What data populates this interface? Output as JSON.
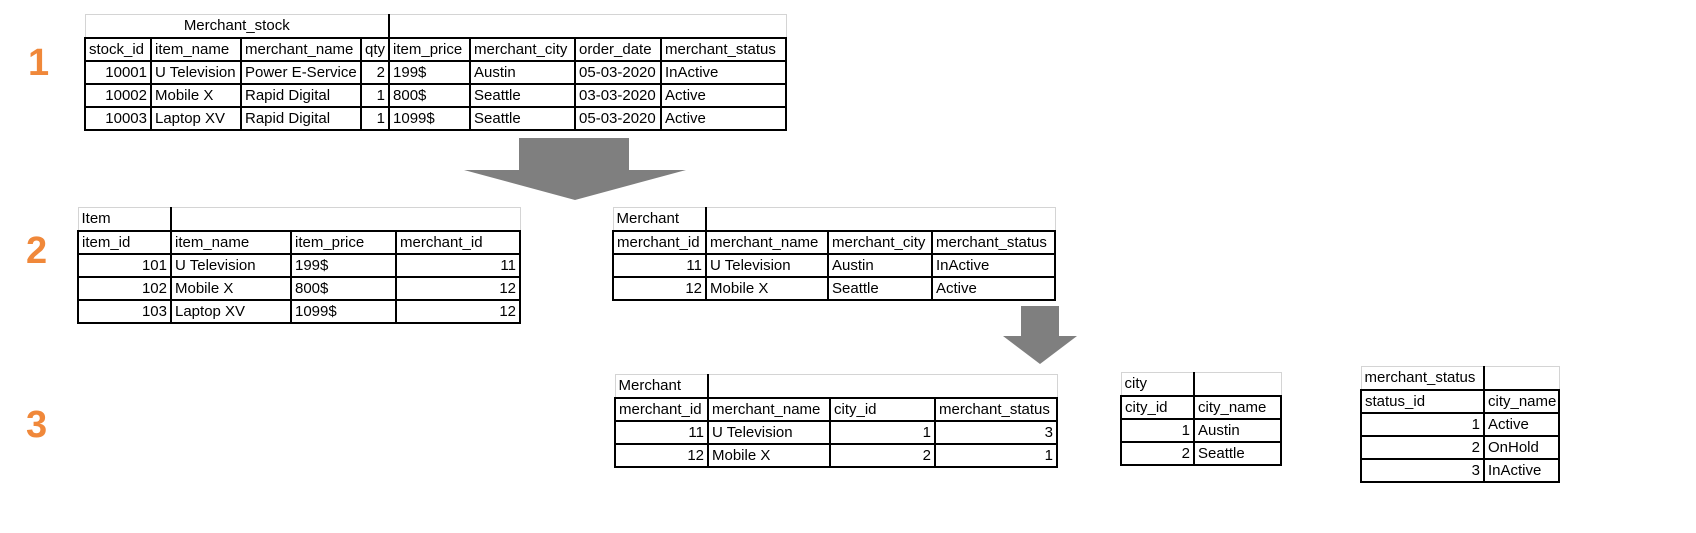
{
  "steps": [
    "1",
    "2",
    "3"
  ],
  "colors": {
    "step_number": "#f0883a",
    "arrow": "#7f7f7f"
  },
  "tables": {
    "merchant_stock": {
      "title": "Merchant_stock",
      "columns": [
        "stock_id",
        "item_name",
        "merchant_name",
        "qty",
        "item_price",
        "merchant_city",
        "order_date",
        "merchant_status"
      ],
      "rows": [
        [
          "10001",
          "U Television",
          "Power E-Service",
          "2",
          "199$",
          "Austin",
          "05-03-2020",
          "InActive"
        ],
        [
          "10002",
          "Mobile X",
          "Rapid Digital",
          "1",
          "800$",
          "Seattle",
          "03-03-2020",
          "Active"
        ],
        [
          "10003",
          "Laptop XV",
          "Rapid Digital",
          "1",
          "1099$",
          "Seattle",
          "05-03-2020",
          "Active"
        ]
      ]
    },
    "item": {
      "title": "Item",
      "columns": [
        "item_id",
        "item_name",
        "item_price",
        "merchant_id"
      ],
      "rows": [
        [
          "101",
          "U Television",
          "199$",
          "11"
        ],
        [
          "102",
          "Mobile X",
          "800$",
          "12"
        ],
        [
          "103",
          "Laptop XV",
          "1099$",
          "12"
        ]
      ]
    },
    "merchant_2": {
      "title": "Merchant",
      "columns": [
        "merchant_id",
        "merchant_name",
        "merchant_city",
        "merchant_status"
      ],
      "rows": [
        [
          "11",
          "U Television",
          "Austin",
          "InActive"
        ],
        [
          "12",
          "Mobile X",
          "Seattle",
          "Active"
        ]
      ]
    },
    "merchant_3": {
      "title": "Merchant",
      "columns": [
        "merchant_id",
        "merchant_name",
        "city_id",
        "merchant_status"
      ],
      "rows": [
        [
          "11",
          "U Television",
          "1",
          "3"
        ],
        [
          "12",
          "Mobile X",
          "2",
          "1"
        ]
      ]
    },
    "city": {
      "title": "city",
      "columns": [
        "city_id",
        "city_name"
      ],
      "rows": [
        [
          "1",
          "Austin"
        ],
        [
          "2",
          "Seattle"
        ]
      ]
    },
    "merchant_status": {
      "title": "merchant_status",
      "columns": [
        "status_id",
        "city_name"
      ],
      "rows": [
        [
          "1",
          "Active"
        ],
        [
          "2",
          "OnHold"
        ],
        [
          "3",
          "InActive"
        ]
      ]
    }
  }
}
